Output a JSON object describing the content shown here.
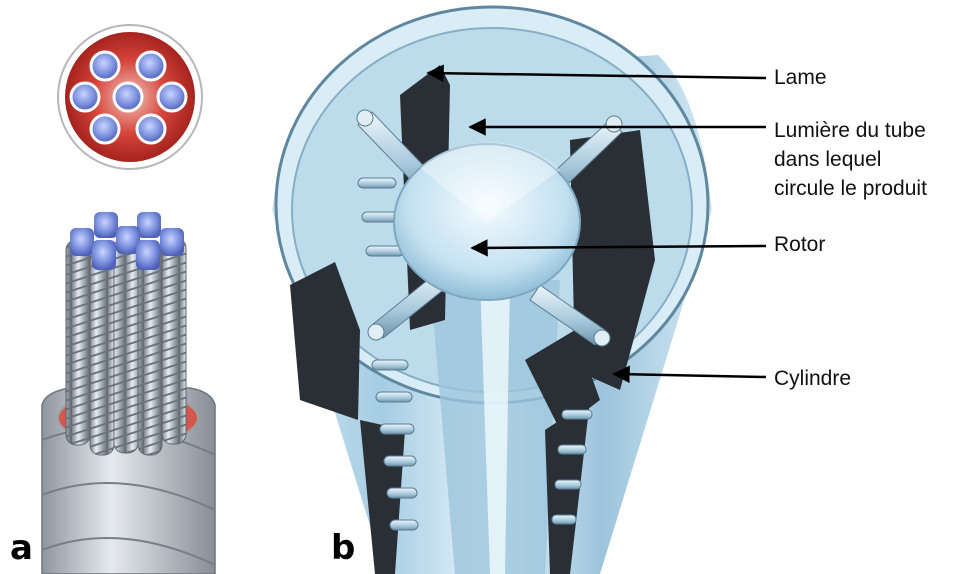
{
  "figure": {
    "panels": [
      {
        "letter": "a"
      },
      {
        "letter": "b"
      }
    ],
    "callouts": [
      {
        "label": "Lame",
        "points_to": "blade"
      },
      {
        "label": "Lumière du tube\ndans lequel\ncircule le produit",
        "points_to": "tube-lumen"
      },
      {
        "label": "Rotor",
        "points_to": "rotor"
      },
      {
        "label": "Cylindre",
        "points_to": "cylinder"
      }
    ]
  },
  "colors": {
    "arrow": "#000000",
    "cable_sheath_red": "#c8322b",
    "core_blue": "#6f86d6",
    "steel": "#b9c2cc",
    "tube_blue": "#a9d2e8",
    "blade_dark": "#2a2e35"
  }
}
